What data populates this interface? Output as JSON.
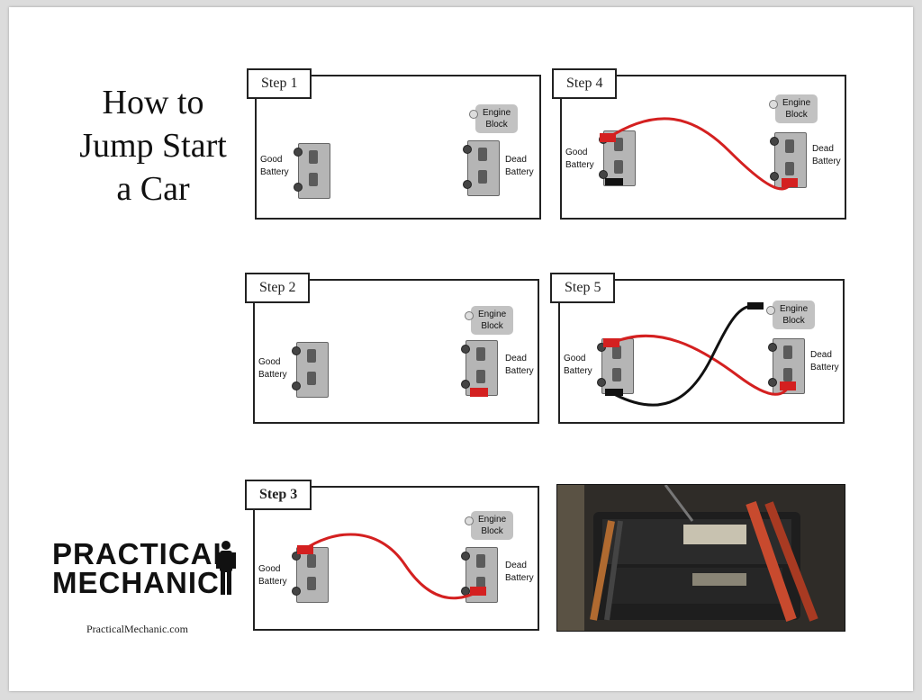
{
  "title": [
    "How to",
    "Jump Start",
    "a Car"
  ],
  "steps": {
    "s1": "Step 1",
    "s2": "Step 2",
    "s3": "Step 3",
    "s4": "Step 4",
    "s5": "Step 5"
  },
  "labels": {
    "good_battery_line1": "Good",
    "good_battery_line2": "Battery",
    "dead_battery_line1": "Dead",
    "dead_battery_line2": "Battery",
    "engine_block_line1": "Engine",
    "engine_block_line2": "Block"
  },
  "brand": {
    "line1": "PRACTICAL",
    "line2": "MECHANIC",
    "url": "PracticalMechanic.com"
  },
  "colors": {
    "positive_cable": "#d42020",
    "negative_cable": "#111111"
  }
}
